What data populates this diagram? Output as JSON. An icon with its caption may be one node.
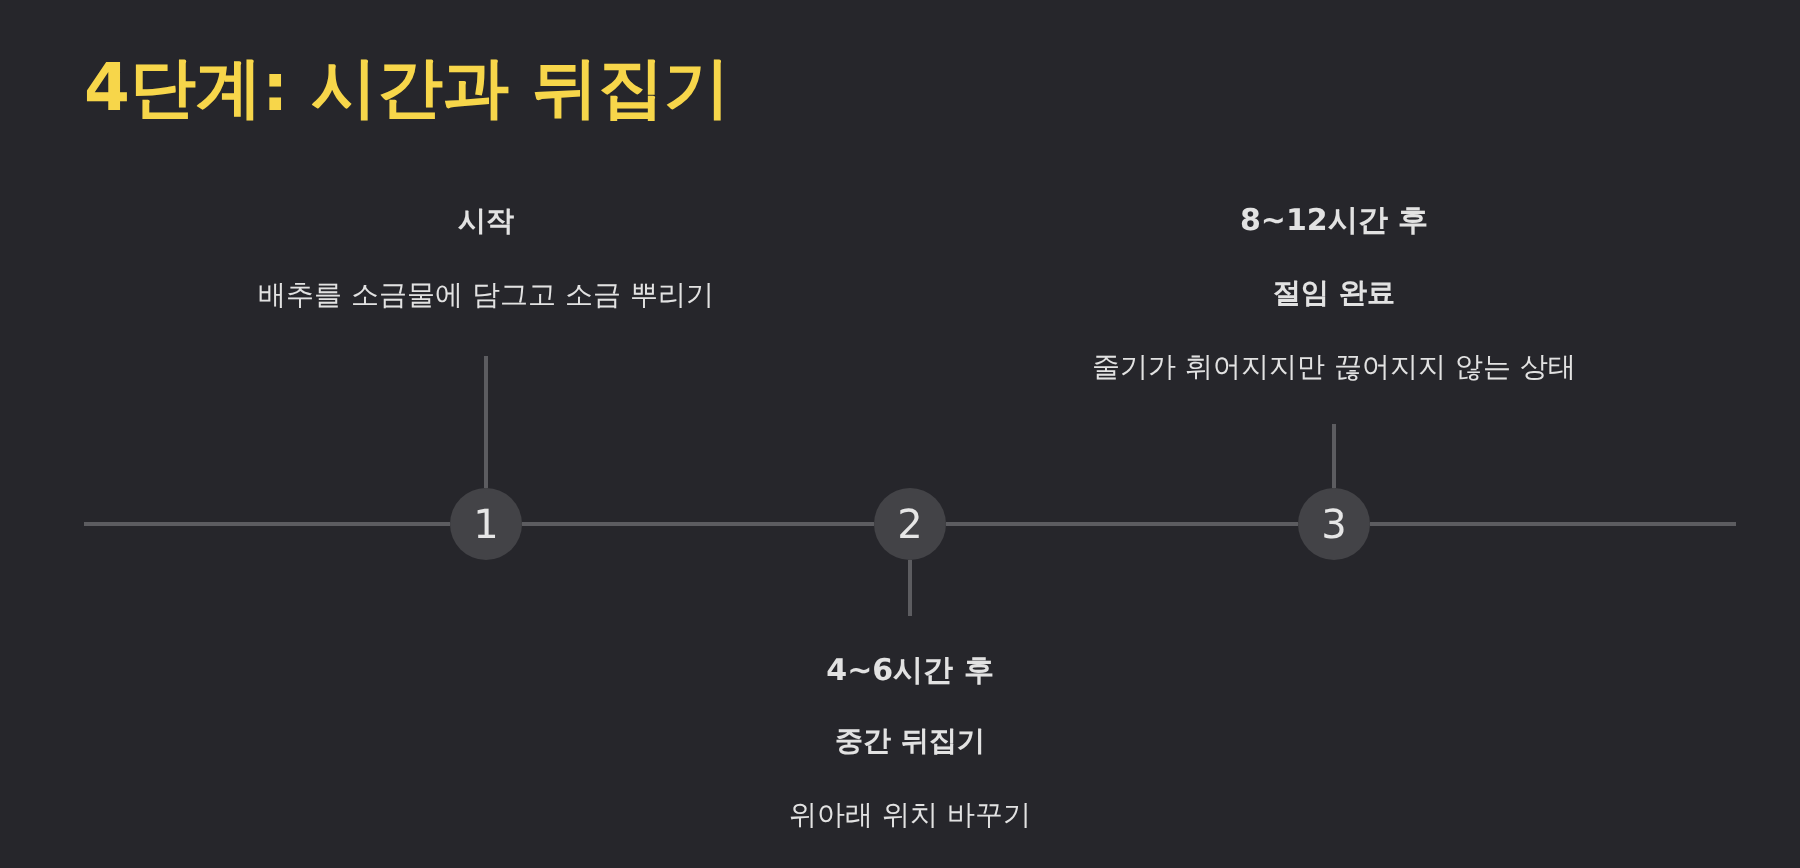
{
  "diagram": {
    "title": "4단계: 시간과 뒤집기",
    "nodes": [
      {
        "text": [
          "1"
        ]
      },
      {
        "text": [
          "2"
        ]
      },
      {
        "text": [
          "3"
        ]
      },
      {
        "text": [
          "시작",
          "배추를 소금물에 담그고 소금 뿌리기"
        ]
      },
      {
        "text": [
          "4~6시간 후",
          "중간 뒤집기",
          "위아래 위치 바꾸기"
        ]
      },
      {
        "text": [
          "8~12시간 후",
          "절임 완료",
          "줄기가 휘어지지만 끊어지지 않는 상태"
        ]
      }
    ],
    "edges": [
      {
        "from": null,
        "to": 0,
        "arrow": "none"
      },
      {
        "from": 0,
        "to": 1,
        "arrow": "none"
      },
      {
        "from": 1,
        "to": 2,
        "arrow": "none"
      },
      {
        "from": 2,
        "to": null,
        "arrow": "none"
      },
      {
        "from": 0,
        "to": 3,
        "arrow": "none"
      },
      {
        "from": 1,
        "to": 4,
        "arrow": "none"
      },
      {
        "from": 2,
        "to": 5,
        "arrow": "none"
      }
    ]
  }
}
